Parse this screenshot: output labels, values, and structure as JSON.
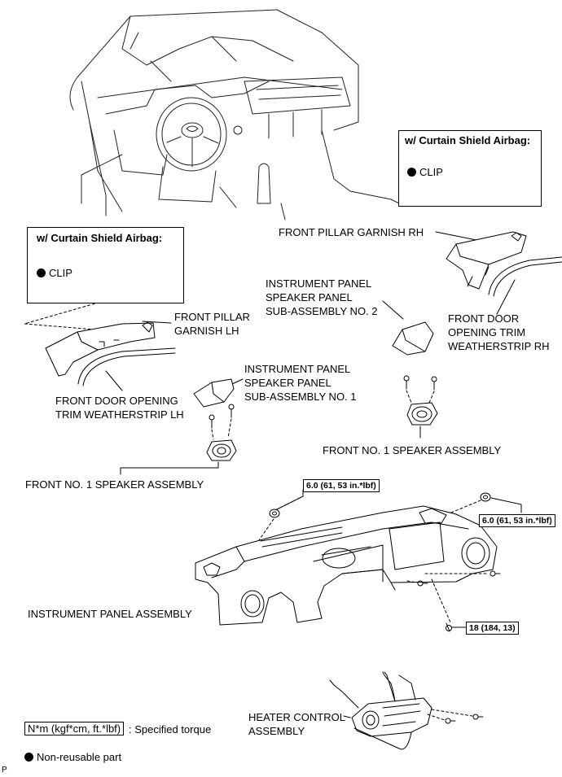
{
  "curtain_box_right": {
    "title": "w/ Curtain Shield Airbag:",
    "clip_label": "CLIP"
  },
  "curtain_box_left": {
    "title": "w/ Curtain Shield Airbag:",
    "clip_label": "CLIP"
  },
  "labels": {
    "pillar_rh": "FRONT PILLAR GARNISH RH",
    "pillar_lh": [
      "FRONT PILLAR",
      "GARNISH LH"
    ],
    "speaker_panel_2": [
      "INSTRUMENT PANEL",
      "SPEAKER PANEL",
      "SUB-ASSEMBLY NO. 2"
    ],
    "weatherstrip_rh": [
      "FRONT DOOR",
      "OPENING TRIM",
      "WEATHERSTRIP RH"
    ],
    "speaker_panel_1": [
      "INSTRUMENT PANEL",
      "SPEAKER PANEL",
      "SUB-ASSEMBLY NO. 1"
    ],
    "weatherstrip_lh": [
      "FRONT DOOR OPENING",
      "TRIM WEATHERSTRIP LH"
    ],
    "speaker_rh": "FRONT NO. 1 SPEAKER ASSEMBLY",
    "speaker_lh": "FRONT NO. 1 SPEAKER ASSEMBLY",
    "instrument_panel": "INSTRUMENT PANEL ASSEMBLY",
    "heater_control": [
      "HEATER CONTROL",
      "ASSEMBLY"
    ]
  },
  "torques": {
    "left_nut": "6.0 (61, 53 in.*lbf)",
    "right_nut": "6.0 (61, 53 in.*lbf)",
    "bolt": "18 (184, 13)"
  },
  "legend": {
    "torque_unit": "N*m (kgf*cm, ft.*lbf)",
    "torque_desc": ": Specified torque",
    "nonreusable": "Non-reusable part"
  },
  "corner_mark": "P"
}
